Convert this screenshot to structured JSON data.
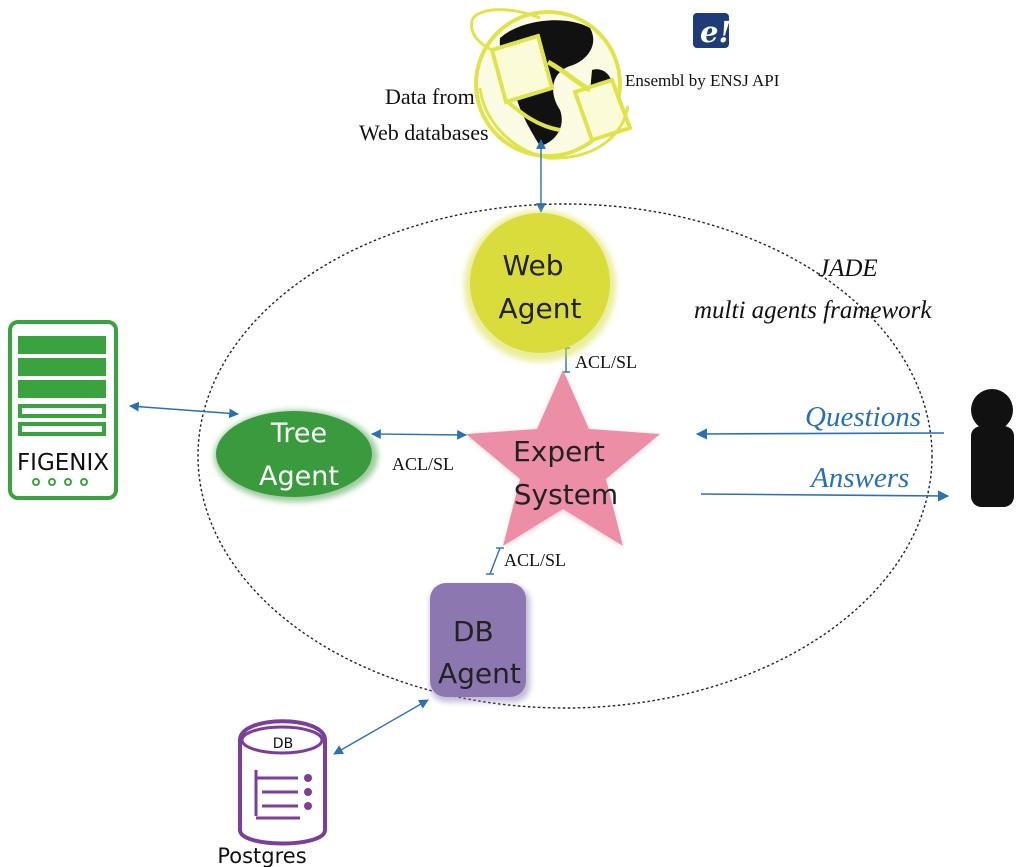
{
  "framework": {
    "title": "JADE",
    "subtitle": "multi agents framework"
  },
  "web": {
    "label_line1": "Data from",
    "label_line2": "Web databases",
    "ensembl_logo": "e!",
    "ensembl_label": "Ensembl by ENSJ API"
  },
  "agents": {
    "web": {
      "line1": "Web",
      "line2": "Agent",
      "color": "#d9dc3b"
    },
    "tree": {
      "line1": "Tree",
      "line2": "Agent",
      "color": "#3a9a3e"
    },
    "expert": {
      "line1": "Expert",
      "line2": "System",
      "color": "#ec8ea6"
    },
    "db": {
      "line1": "DB",
      "line2": "Agent",
      "color": "#8d77b1"
    }
  },
  "protocols": {
    "web_expert": "ACL/SL",
    "tree_expert": "ACL/SL",
    "db_expert": "ACL/SL"
  },
  "figenix": {
    "label": "FIGENIX",
    "color": "#3aa33f"
  },
  "postgres": {
    "db_label": "DB",
    "label": "Postgres",
    "color": "#7b3f98"
  },
  "user": {
    "questions": "Questions",
    "answers": "Answers"
  },
  "colors": {
    "arrow": "#2b6fb6",
    "io_text": "#2b6fb6"
  }
}
